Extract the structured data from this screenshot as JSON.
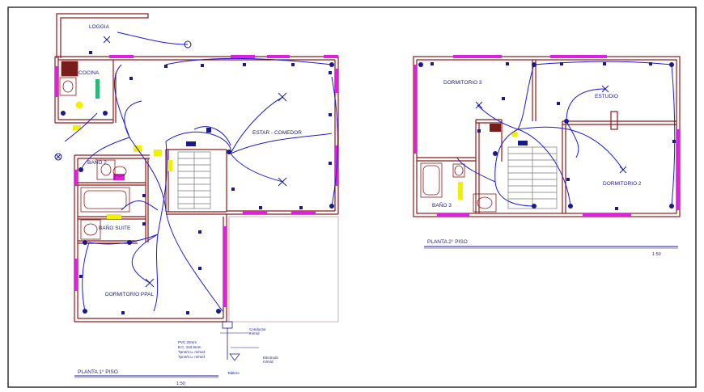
{
  "plans": {
    "first": {
      "title": "PLANTA 1° PISO",
      "scale": "1:50",
      "rooms": {
        "loggia": "LOGGIA",
        "cocina": "COCINA",
        "estar": "ESTAR - COMEDOR",
        "bano2": "BAÑO 2",
        "bano_suite": "BAÑO SUITE",
        "dormitorio_ppal": "DORMITORIO PPAL"
      }
    },
    "second": {
      "title": "PLANTA 2° PISO",
      "scale": "1:50",
      "rooms": {
        "dormitorio3": "DORMITORIO 3",
        "estudio": "ESTUDIO",
        "dormitorio2": "DORMITORIO 2",
        "bano3": "BAÑO 3"
      }
    }
  },
  "riser": {
    "notes": [
      "PVC 20mm",
      "B.C. 2x2.5mm",
      "Tpmt/V.u. m/m/d",
      "Tpmt/V.u. m/m/d"
    ],
    "label_top": "Conductor",
    "label_top2": "m/m/d",
    "label_mid": "Electrodo",
    "label_mid2": "m/m/d",
    "label_bottom": "Tablero"
  },
  "colors": {
    "wall": "#8b1a1a",
    "circuit": "#1a1ad6",
    "accent_magenta": "#e020e0",
    "accent_yellow": "#f0f000",
    "text": "#1a1a8c",
    "frame": "#222222"
  }
}
